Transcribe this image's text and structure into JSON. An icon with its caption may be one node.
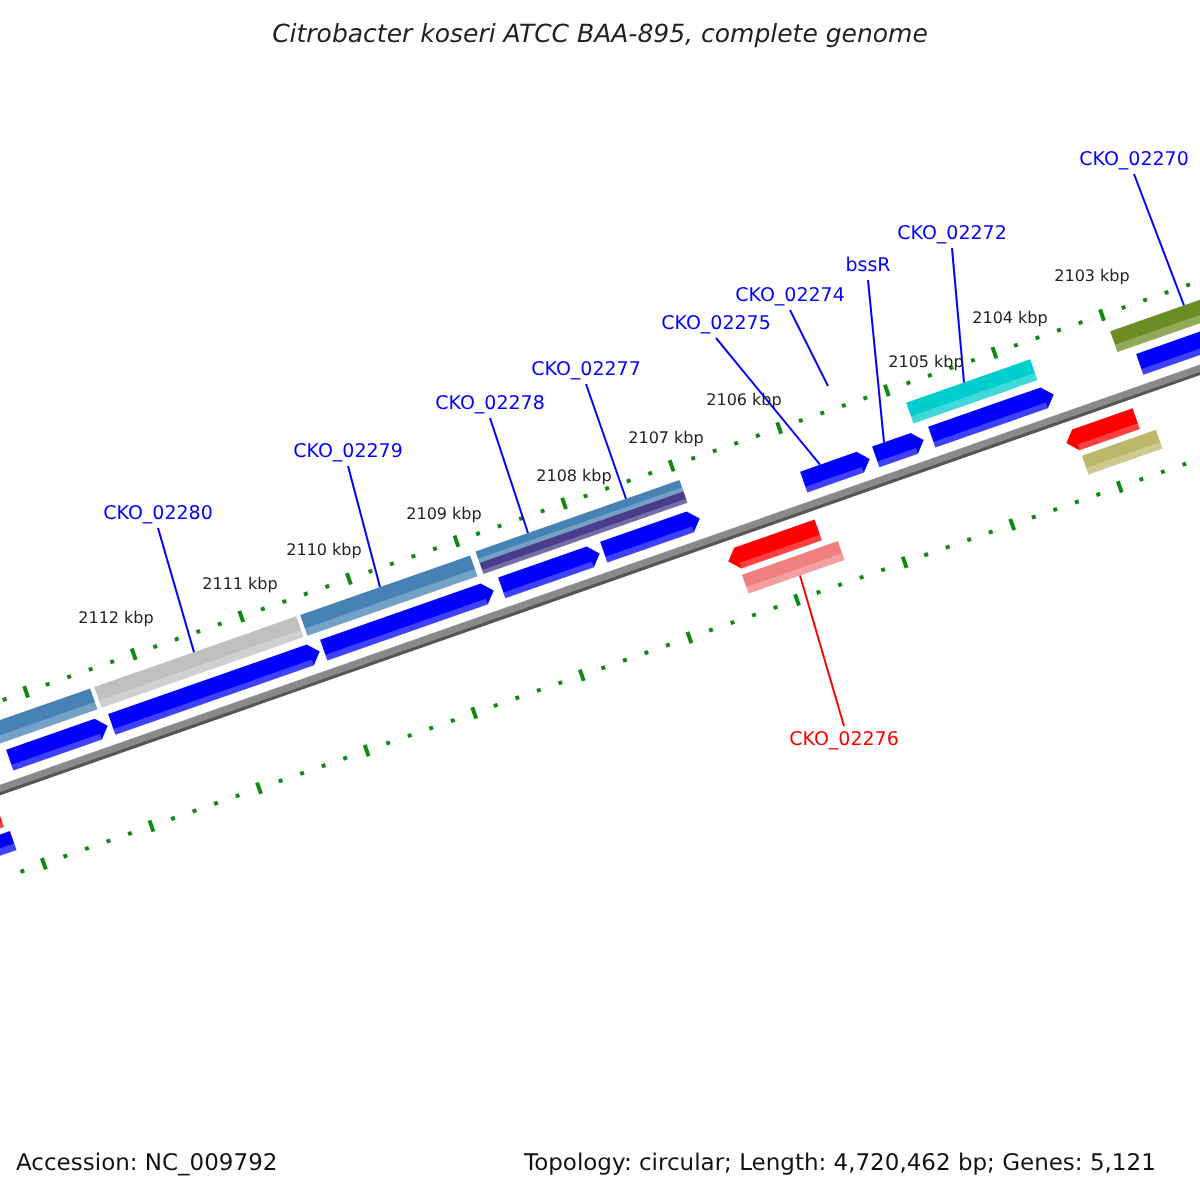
{
  "diagram": {
    "title": "Citrobacter koseri ATCC BAA-895, complete genome",
    "nodes": [
      {
        "text": [
          "CKO_02270"
        ]
      },
      {
        "text": [
          "CKO_02272"
        ]
      },
      {
        "text": [
          "bssR"
        ]
      },
      {
        "text": [
          "CKO_02274"
        ]
      },
      {
        "text": [
          "CKO_02275"
        ]
      },
      {
        "text": [
          "CKO_02277"
        ]
      },
      {
        "text": [
          "CKO_02278"
        ]
      },
      {
        "text": [
          "CKO_02279"
        ]
      },
      {
        "text": [
          "CKO_02280"
        ]
      },
      {
        "text": [
          "CKO_02276"
        ]
      },
      {
        "text": [],
        "shape": "bar"
      },
      {
        "text": [],
        "shape": "bar"
      },
      {
        "text": [],
        "shape": "bar"
      },
      {
        "text": [],
        "shape": "pentagon"
      },
      {
        "text": [],
        "shape": "pentagon"
      },
      {
        "text": [],
        "shape": "bar"
      },
      {
        "text": [],
        "shape": "bar"
      },
      {
        "text": [],
        "shape": "bar"
      }
    ],
    "edges": [
      {
        "from": 0,
        "to": 17,
        "arrow": "none"
      },
      {
        "from": 1,
        "to": 15,
        "arrow": "none"
      },
      {
        "from": 2,
        "to": 14,
        "arrow": "none"
      },
      {
        "from": 3,
        "to": null,
        "arrow": "none"
      },
      {
        "from": 4,
        "to": 13,
        "arrow": "none"
      },
      {
        "from": 5,
        "to": 12,
        "arrow": "none"
      },
      {
        "from": 6,
        "to": 12,
        "arrow": "none"
      },
      {
        "from": 7,
        "to": 11,
        "arrow": "none"
      },
      {
        "from": 8,
        "to": 10,
        "arrow": "none"
      },
      {
        "from": 9,
        "to": 16,
        "arrow": "none",
        "color": "#ff0000"
      }
    ],
    "labels": [
      "2103 kbp",
      "2104 kbp",
      "2105 kbp",
      "2106 kbp",
      "2107 kbp",
      "2108 kbp",
      "2109 kbp",
      "2110 kbp",
      "2111 kbp",
      "2112 kbp",
      "Accession: NC_009792",
      "Topology: circular; Length: 4,720,462 bp; Genes: 5,121"
    ]
  }
}
